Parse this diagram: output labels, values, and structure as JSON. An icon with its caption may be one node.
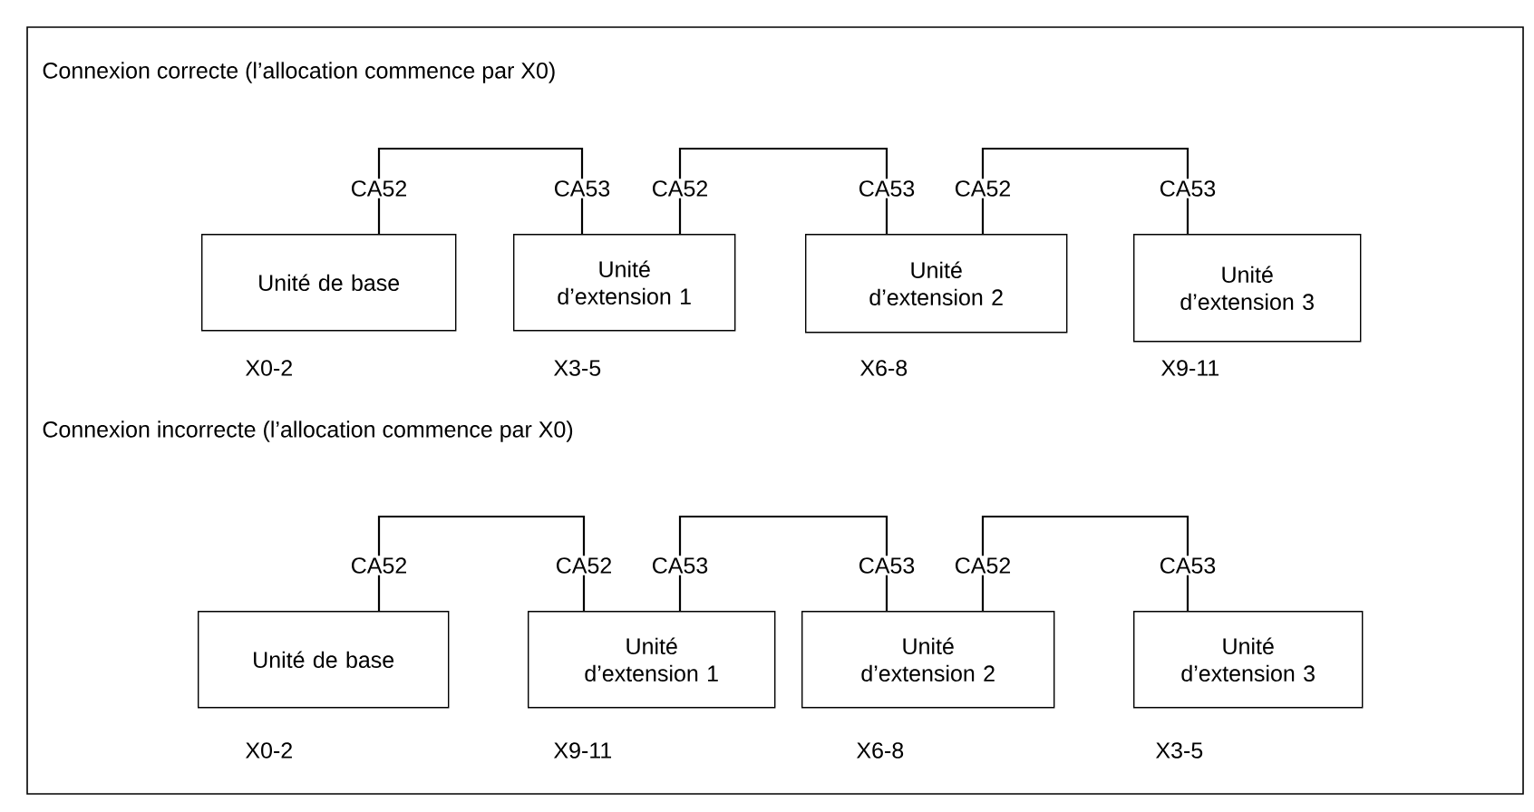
{
  "diagram": {
    "nodes": [
      {
        "text": [
          "Unité de base"
        ],
        "beside": [
          "CA52",
          "X0-2"
        ]
      },
      {
        "text": [
          "Unité d’extension 1"
        ],
        "beside": [
          "CA53",
          "CA52",
          "X3-5"
        ]
      },
      {
        "text": [
          "Unité d’extension 2"
        ],
        "beside": [
          "CA53",
          "CA52",
          "X6-8"
        ]
      },
      {
        "text": [
          "Unité d’extension 3"
        ],
        "beside": [
          "CA53",
          "X9-11"
        ]
      },
      {
        "text": [
          "Unité de base"
        ],
        "beside": [
          "CA52",
          "X0-2"
        ]
      },
      {
        "text": [
          "Unité d’extension 1"
        ],
        "beside": [
          "CA52",
          "CA53",
          "X9-11"
        ]
      },
      {
        "text": [
          "Unité d’extension 2"
        ],
        "beside": [
          "CA53",
          "CA52",
          "X6-8"
        ]
      },
      {
        "text": [
          "Unité d’extension 3"
        ],
        "beside": [
          "CA53",
          "X3-5"
        ]
      }
    ],
    "edges": [
      {
        "from": 0,
        "to": 1,
        "arrow": "none"
      },
      {
        "from": 1,
        "to": 2,
        "arrow": "none"
      },
      {
        "from": 2,
        "to": 3,
        "arrow": "none"
      },
      {
        "from": 4,
        "to": 5,
        "arrow": "none"
      },
      {
        "from": 5,
        "to": 6,
        "arrow": "none"
      },
      {
        "from": 6,
        "to": 7,
        "arrow": "none"
      }
    ],
    "labels": [
      "Connexion correcte (l’allocation commence par X0)",
      "Connexion incorrecte (l’allocation commence par X0)"
    ]
  }
}
